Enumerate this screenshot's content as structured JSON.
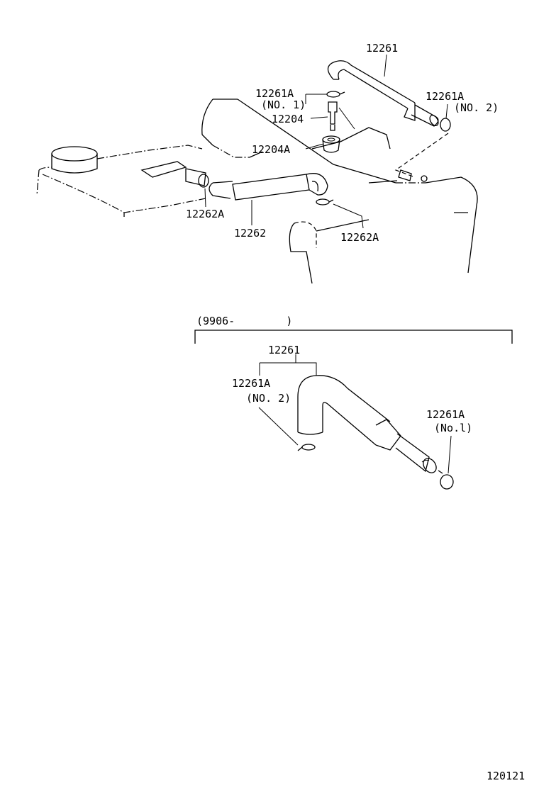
{
  "upper_diagram": {
    "labels": {
      "hose_12261": "12261",
      "clamp_12261a_no1": "12261A",
      "clamp_12261a_no1_sub": "(NO. 1)",
      "clamp_12261a_no2": "12261A",
      "clamp_12261a_no2_sub": "(NO. 2)",
      "valve_12204": "12204",
      "grommet_12204a": "12204A",
      "clamp_12262a_left": "12262A",
      "hose_12262": "12262",
      "clamp_12262a_right": "12262A"
    }
  },
  "lower_diagram": {
    "date_range": "(9906-        )",
    "labels": {
      "hose_12261": "12261",
      "clamp_12261a_no2": "12261A",
      "clamp_12261a_no2_sub": "(NO. 2)",
      "clamp_12261a_no1": "12261A",
      "clamp_12261a_no1_sub": "(No.l)"
    }
  },
  "figure_code": "120121"
}
